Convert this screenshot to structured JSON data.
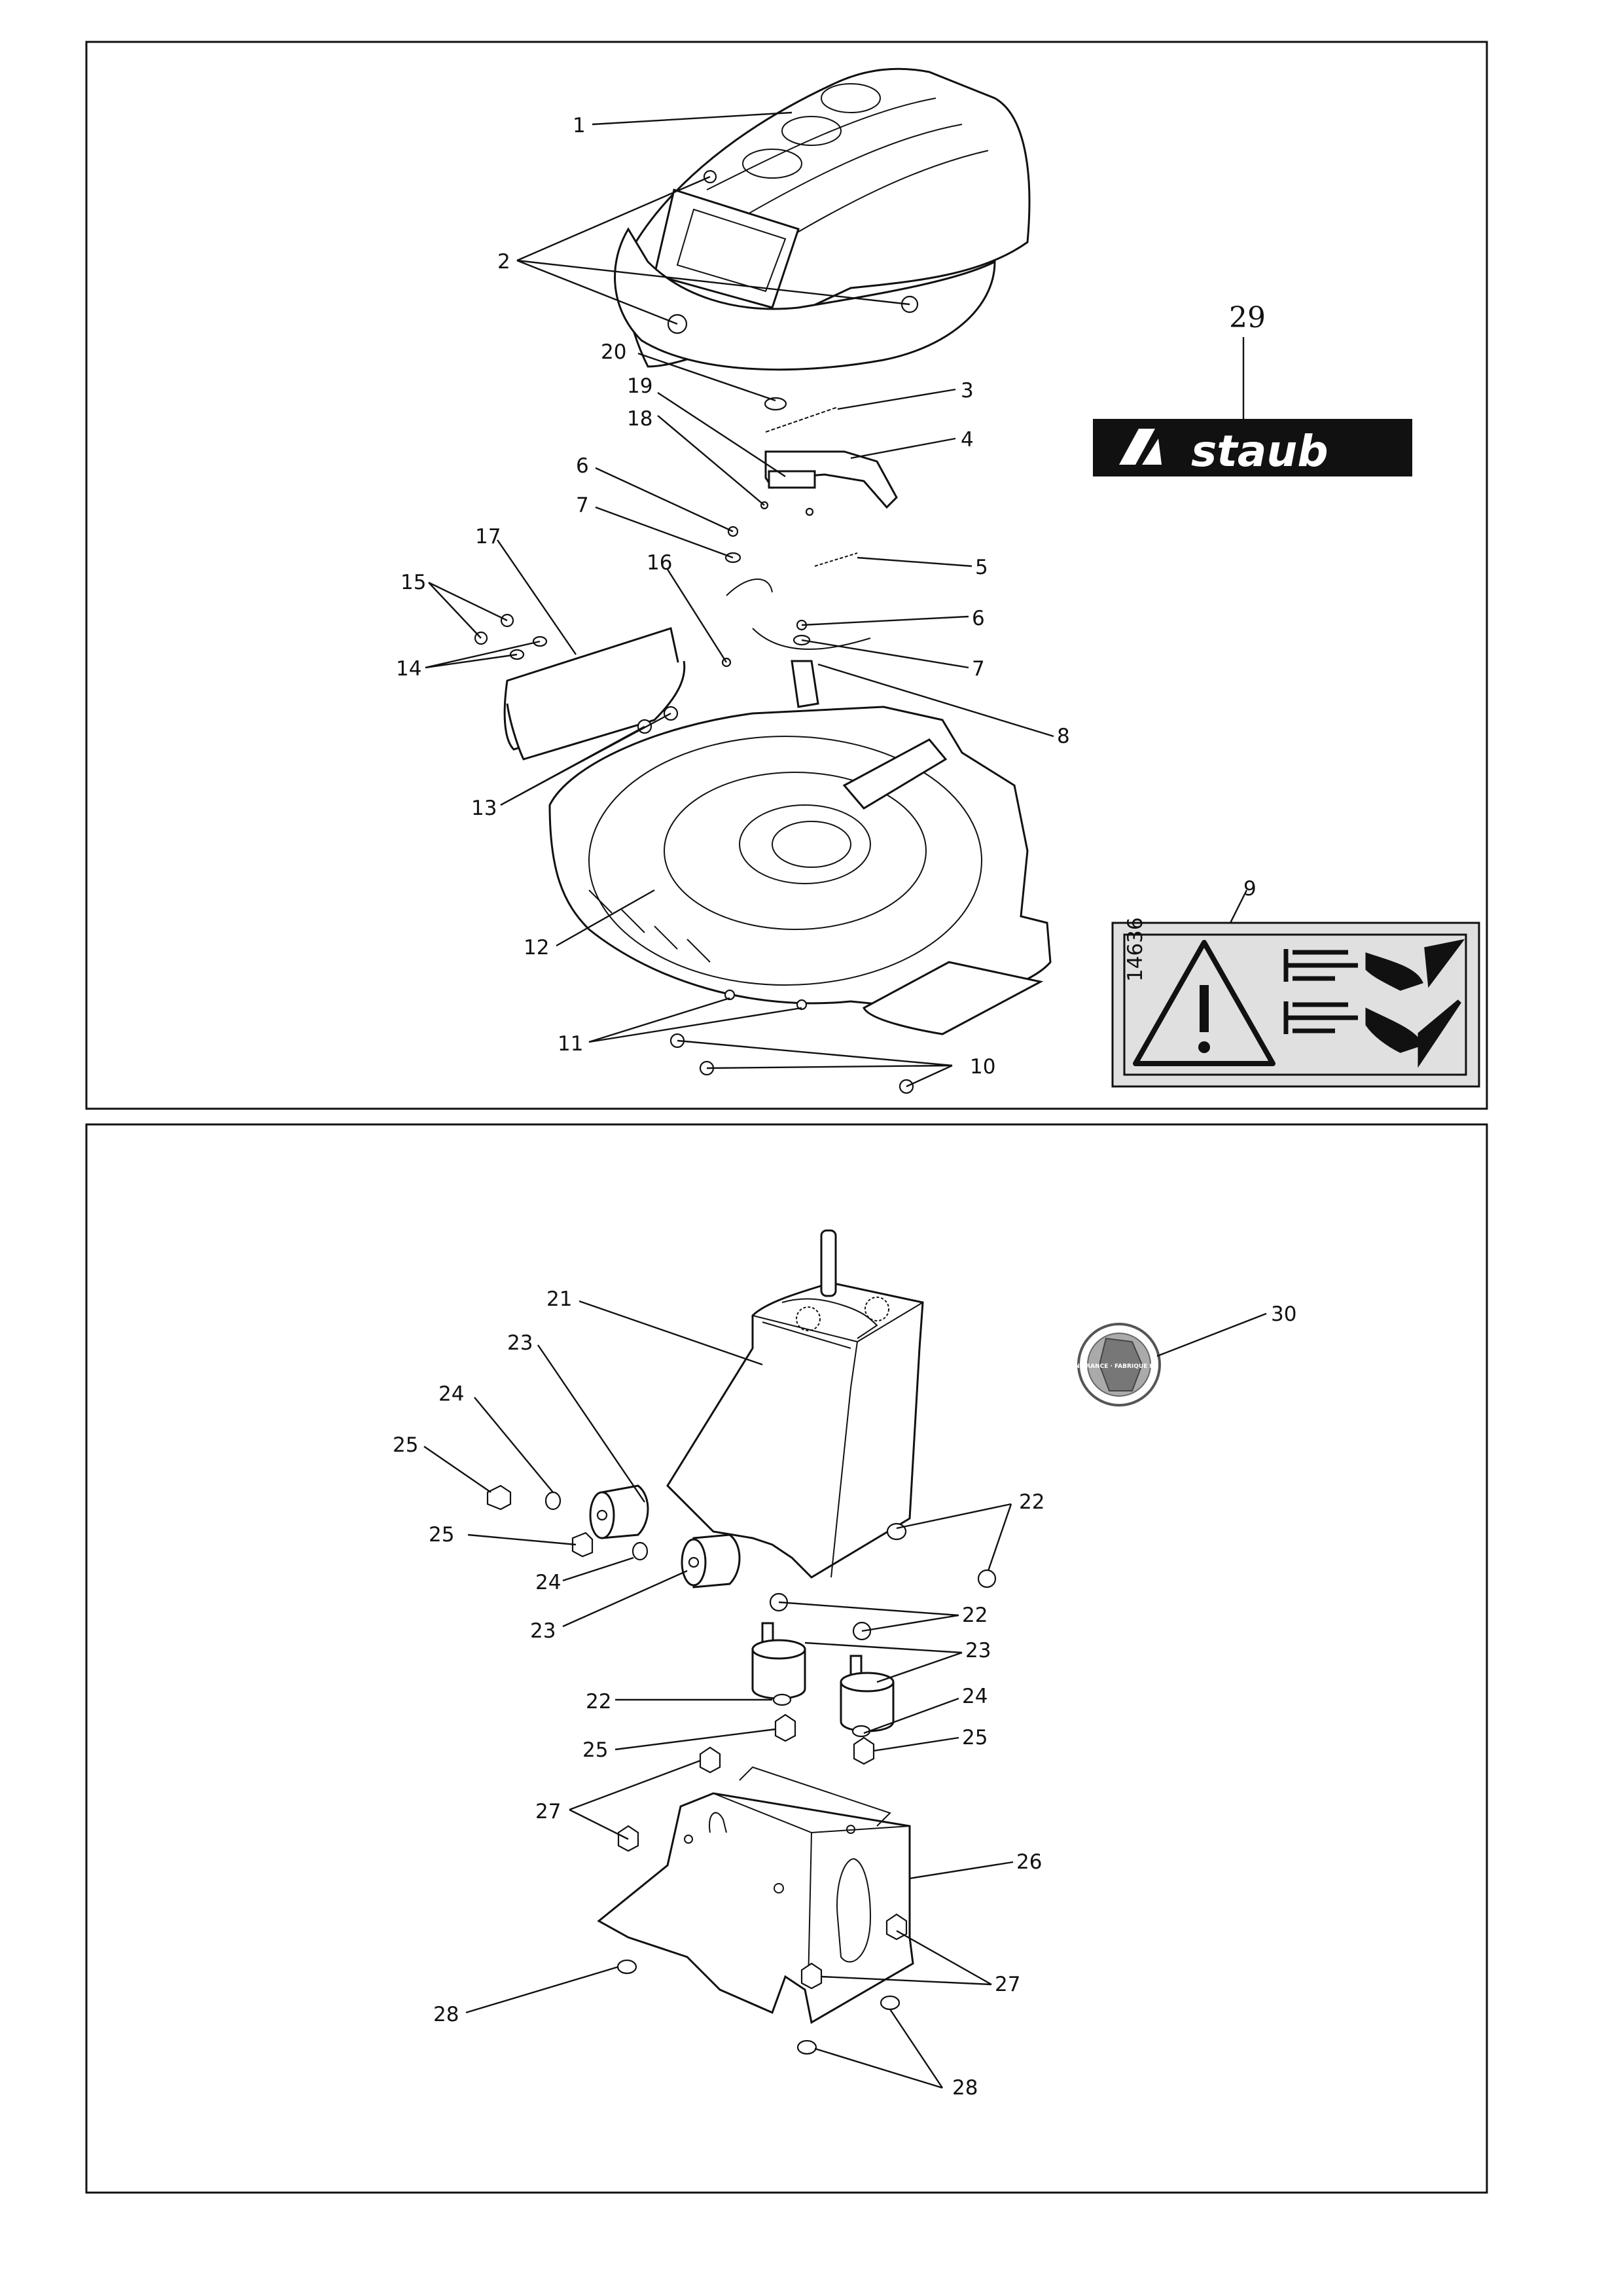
{
  "top_panel": {
    "labels": [
      "1",
      "2",
      "3",
      "4",
      "5",
      "6",
      "6",
      "7",
      "7",
      "8",
      "9",
      "10",
      "11",
      "12",
      "13",
      "14",
      "15",
      "16",
      "17",
      "18",
      "19",
      "20",
      "29"
    ]
  },
  "bottom_panel": {
    "labels": [
      "21",
      "22",
      "22",
      "22",
      "23",
      "23",
      "23",
      "24",
      "24",
      "24",
      "25",
      "25",
      "25",
      "26",
      "27",
      "27",
      "28",
      "28",
      "30"
    ]
  },
  "logo": {
    "text": "staub",
    "color": "#111111"
  },
  "warning_decal": {
    "code": "14636",
    "icon": "warning-triangle-icon"
  },
  "made_in_france_seal": {
    "text": "MADE IN FRANCE · FABRIQUE EN FRANCE"
  }
}
